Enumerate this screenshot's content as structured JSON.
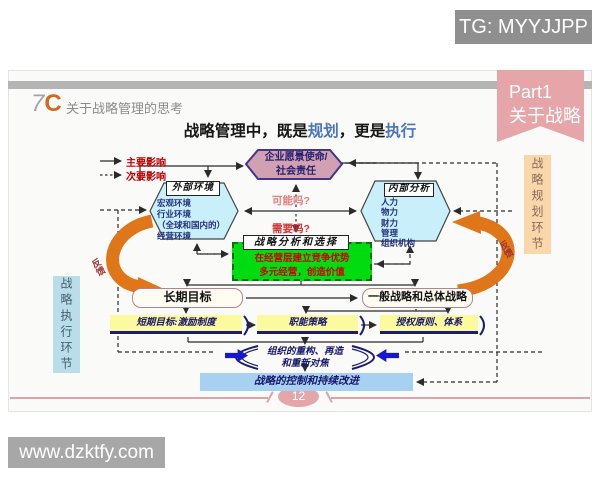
{
  "watermark_top": "TG: MYYJJPP",
  "watermark_bottom": "www.dzktfy.com",
  "header": {
    "logo7": "7",
    "logoC": "C",
    "title": "关于战略管理的思考"
  },
  "ribbon": {
    "line1": "Part1",
    "line2": "关于战略"
  },
  "title": {
    "t1": "战略管理中，既是",
    "hl1": "规划",
    "t2": "，更是",
    "hl2": "执行"
  },
  "legend": {
    "primary": "主要影响",
    "secondary": "次要影响"
  },
  "nodes": {
    "vision": "企业愿景使命/社会责任",
    "external_label": "外部环境",
    "external_items": "宏观环境\n行业环境\n（全球和国内的）\n经营环境",
    "internal_label": "内部分析",
    "internal_items": "人力\n物力\n财力\n管理\n组织机构",
    "q_possible": "可能吗?",
    "q_needed": "需要吗?",
    "analysis_label": "战略分析和选择",
    "analysis_content": "在经营层建立竞争优势\n多元经营，创造价值",
    "long_term": "长期目标",
    "overall": "一般战略和总体战略",
    "banners": [
      "短期目标:激励制度",
      "职能策略",
      "授权原则、体系"
    ],
    "reorg": "组织的重构、再造\n和重新对焦",
    "control": "战略的控制和持续改进"
  },
  "feedback_left": "反馈",
  "feedback_right": "反馈",
  "side_left": "战略执行环节",
  "side_right": "战略规划环节",
  "page_number": "12",
  "colors": {
    "accent_pink": "#e6a5a9",
    "green": "#00dc10",
    "cyan": "#c9f0fa",
    "navy": "#18186e",
    "blue_highlight": "#4a74c0",
    "orange": "#e0761a"
  }
}
